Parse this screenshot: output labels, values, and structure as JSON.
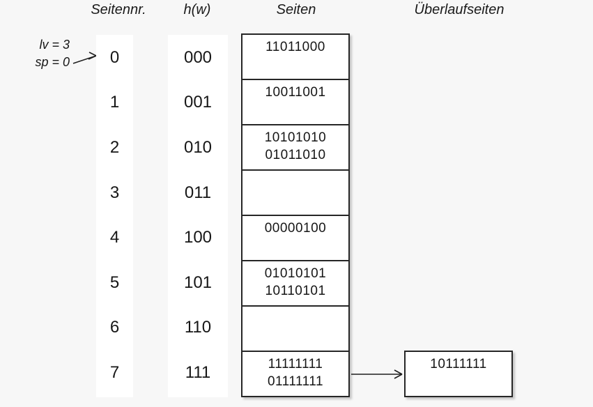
{
  "headers": {
    "page_no": "Seitennr.",
    "hash_fn": "h(w)",
    "pages": "Seiten",
    "overflow": "Überlaufseiten"
  },
  "annotation": {
    "lv": "lv = 3",
    "sp": "sp = 0"
  },
  "rows": [
    {
      "page_no": "0",
      "hash": "000",
      "entries": [
        "11011000"
      ]
    },
    {
      "page_no": "1",
      "hash": "001",
      "entries": [
        "10011001"
      ]
    },
    {
      "page_no": "2",
      "hash": "010",
      "entries": [
        "10101010",
        "01011010"
      ]
    },
    {
      "page_no": "3",
      "hash": "011",
      "entries": []
    },
    {
      "page_no": "4",
      "hash": "100",
      "entries": [
        "00000100"
      ]
    },
    {
      "page_no": "5",
      "hash": "101",
      "entries": [
        "01010101",
        "10110101"
      ]
    },
    {
      "page_no": "6",
      "hash": "110",
      "entries": []
    },
    {
      "page_no": "7",
      "hash": "111",
      "entries": [
        "11111111",
        "01111111"
      ]
    }
  ],
  "overflow_pages": [
    {
      "attached_to_page": "7",
      "entries": [
        "10111111"
      ]
    }
  ],
  "colors": {
    "background": "#f7f7f7",
    "surface": "#ffffff",
    "border": "#262626",
    "text": "#161616"
  }
}
